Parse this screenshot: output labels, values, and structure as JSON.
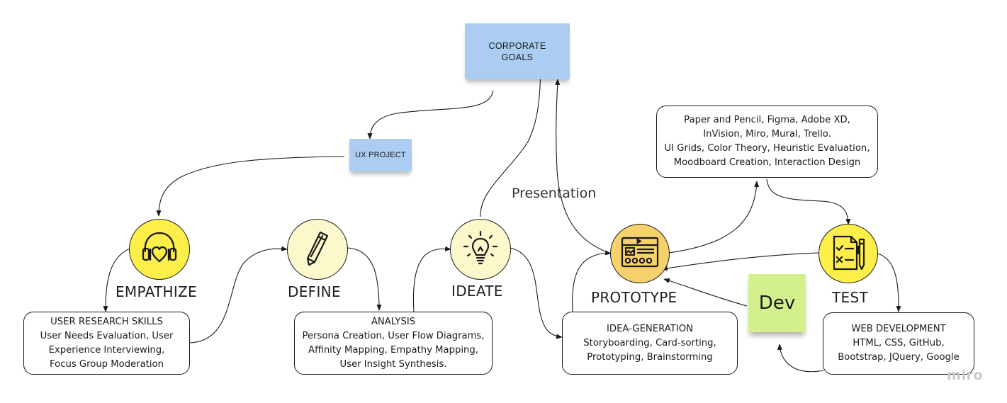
{
  "stickies": {
    "corporate_goals": "CORPORATE\nGOALS",
    "ux_project": "UX PROJECT",
    "dev": "Dev"
  },
  "stages": {
    "empathize": "EMPATHIZE",
    "define": "DEFINE",
    "ideate": "IDEATE",
    "prototype": "PROTOTYPE",
    "test": "TEST"
  },
  "boxes": {
    "user_research": [
      "USER RESEARCH SKILLS",
      "User Needs Evaluation, User",
      "Experience Interviewing,",
      "Focus Group Moderation"
    ],
    "analysis": [
      "ANALYSIS",
      "Persona Creation, User Flow Diagrams,",
      "Affinity Mapping, Empathy Mapping,",
      "User Insight Synthesis."
    ],
    "idea_generation": [
      "IDEA-GENERATION",
      "Storyboarding, Card-sorting,",
      "Prototyping, Brainstorming"
    ],
    "tools": [
      "Paper and Pencil, Figma, Adobe XD,",
      "InVision, Miro, Mural, Trello.",
      "UI Grids, Color Theory, Heuristic Evaluation,",
      "Moodboard Creation,  Interaction Design"
    ],
    "web_dev": [
      "WEB DEVELOPMENT",
      "HTML, CSS, GitHub,",
      "Bootstrap, JQuery, Google"
    ]
  },
  "edge_label": "Presentation",
  "watermark": "miro",
  "icons": {
    "empathize": "headphones-heart-icon",
    "define": "pencil-icon",
    "ideate": "lightbulb-icon",
    "prototype": "video-player-wireframe-icon",
    "test": "checklist-pencil-icon"
  },
  "colors": {
    "sticky_blue": "#abcdf1",
    "sticky_green": "#d3f08d",
    "circle_yellow": "#fdee4a",
    "circle_cream": "#fbf8cc",
    "circle_orange": "#f7d26c"
  }
}
